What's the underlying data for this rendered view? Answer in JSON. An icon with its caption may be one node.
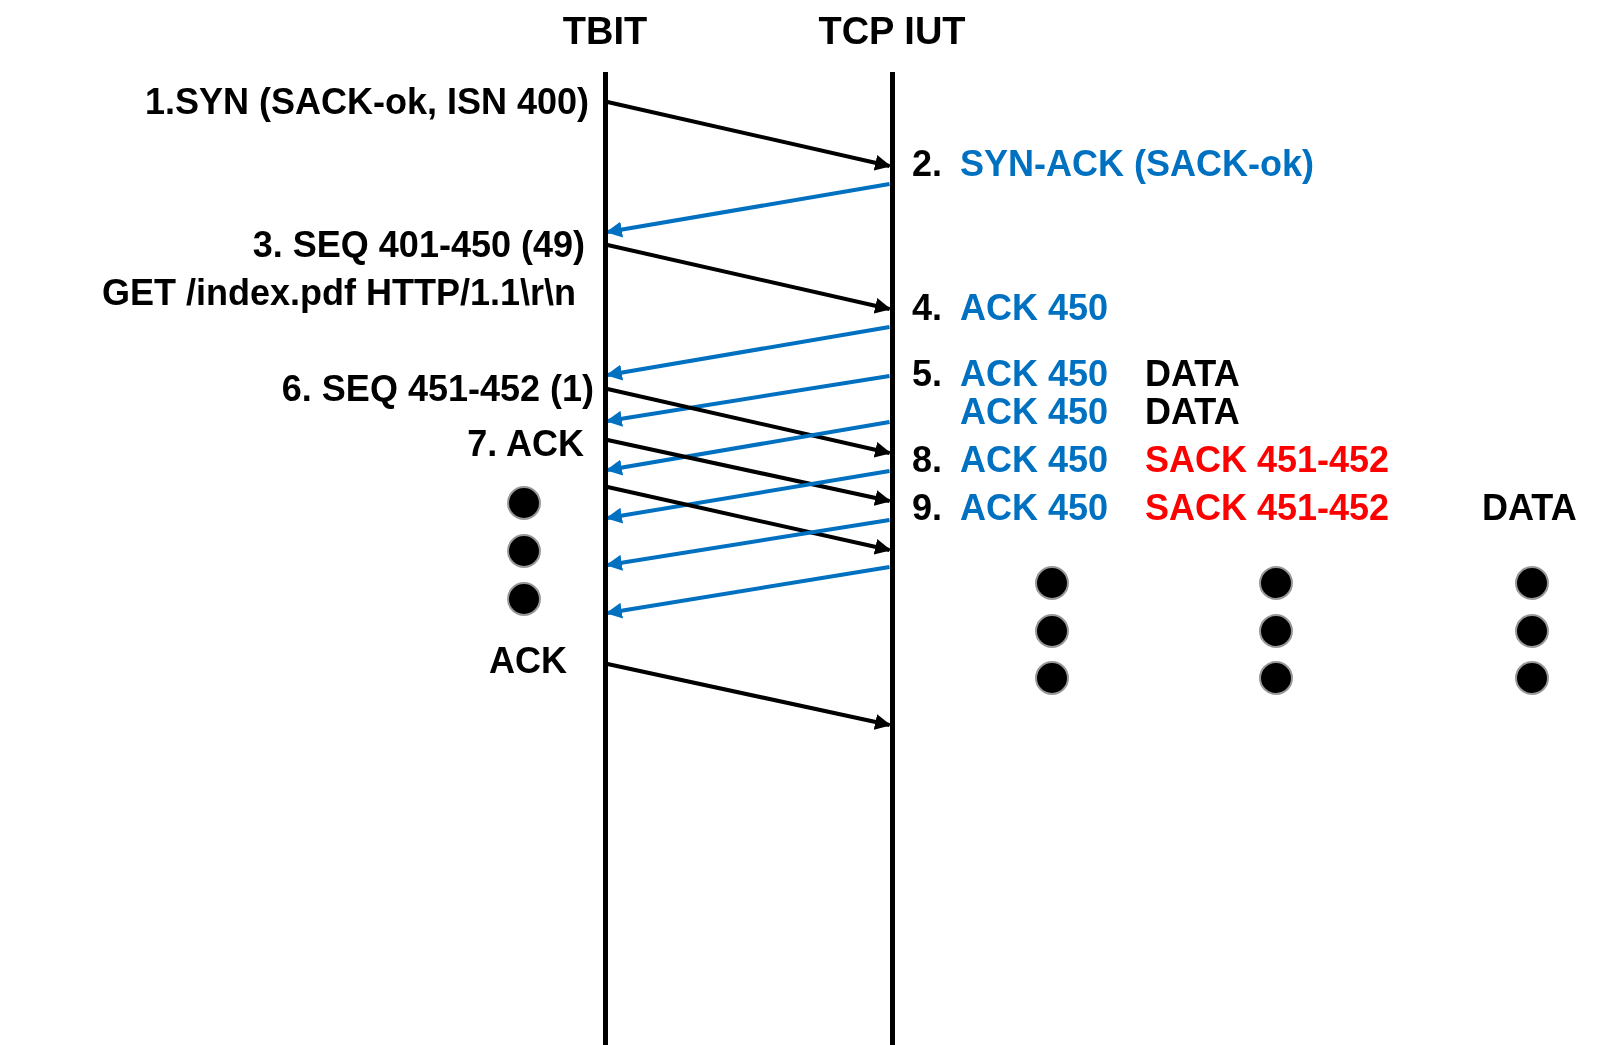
{
  "diagram": {
    "nodes": [
      {
        "text": [
          "TBIT"
        ]
      },
      {
        "text": [
          "TCP IUT"
        ]
      }
    ],
    "edges": [
      {
        "from": 0,
        "to": 1,
        "arrow": "to",
        "color": "#000000"
      },
      {
        "from": 1,
        "to": 0,
        "arrow": "to",
        "color": "#0070c0"
      },
      {
        "from": 0,
        "to": 1,
        "arrow": "to",
        "color": "#000000"
      },
      {
        "from": 1,
        "to": 0,
        "arrow": "to",
        "color": "#0070c0"
      },
      {
        "from": 1,
        "to": 0,
        "arrow": "to",
        "color": "#0070c0"
      },
      {
        "from": 0,
        "to": 1,
        "arrow": "to",
        "color": "#000000"
      },
      {
        "from": 1,
        "to": 0,
        "arrow": "to",
        "color": "#0070c0"
      },
      {
        "from": 0,
        "to": 1,
        "arrow": "to",
        "color": "#000000"
      },
      {
        "from": 1,
        "to": 0,
        "arrow": "to",
        "color": "#0070c0"
      },
      {
        "from": 0,
        "to": 1,
        "arrow": "to",
        "color": "#000000"
      },
      {
        "from": 1,
        "to": 0,
        "arrow": "to",
        "color": "#0070c0"
      },
      {
        "from": 1,
        "to": 0,
        "arrow": "to",
        "color": "#0070c0"
      },
      {
        "from": 0,
        "to": 1,
        "arrow": "to",
        "color": "#000000"
      }
    ],
    "labels": [
      "1.SYN (SACK-ok, ISN 400)",
      "2.",
      "SYN-ACK (SACK-ok)",
      "3. SEQ 401-450 (49)",
      "GET /index.pdf HTTP/1.1\\r\\n",
      "4.",
      "ACK 450",
      "5.",
      "ACK 450",
      "DATA",
      "ACK 450",
      "DATA",
      "6. SEQ 451-452 (1)",
      "7. ACK",
      "8.",
      "ACK 450",
      "SACK 451-452",
      "9.",
      "ACK 450",
      "SACK 451-452",
      "DATA",
      "ACK"
    ]
  }
}
